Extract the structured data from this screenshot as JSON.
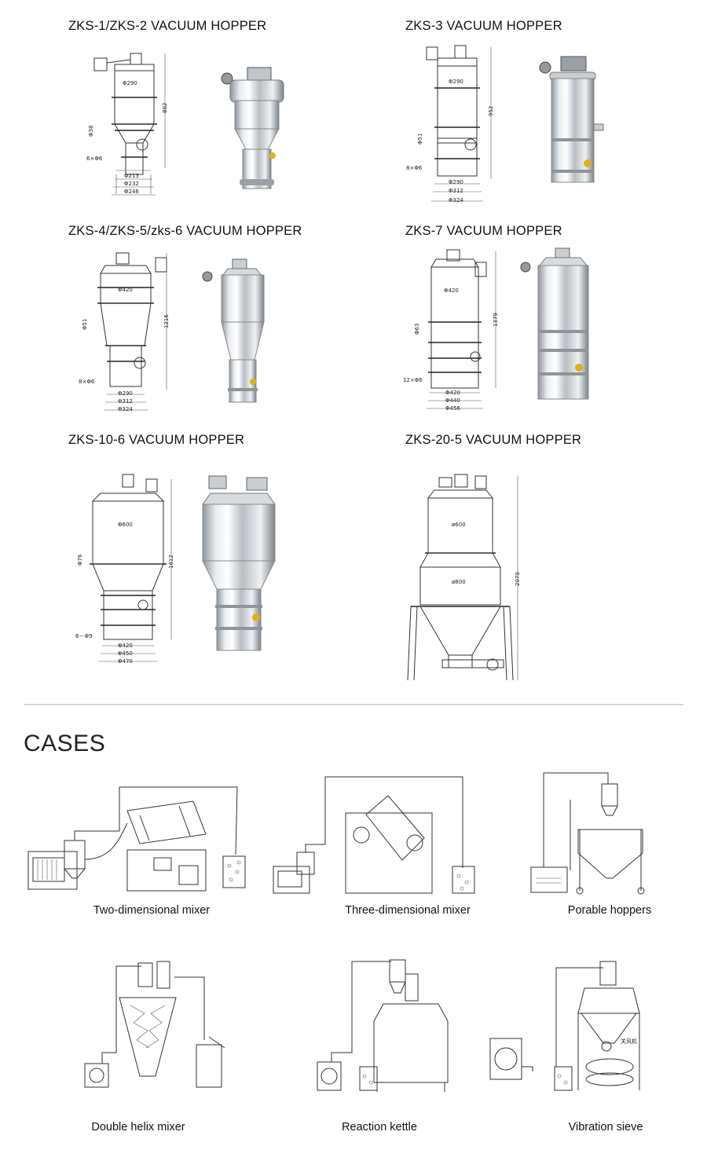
{
  "products": [
    {
      "title": "ZKS-1/ZKS-2  VACUUM  HOPPER",
      "dims": {
        "d1": "Φ290",
        "h": "802",
        "pipe": "Φ38",
        "bolts": "6×Φ6",
        "b1": "Φ213",
        "b2": "Φ232",
        "b3": "Φ246"
      }
    },
    {
      "title": "ZKS-3  VACUUM  HOPPER",
      "dims": {
        "d1": "Φ290",
        "h": "952",
        "pipe": "Φ51",
        "bolts": "8×Φ6",
        "b1": "Φ290",
        "b2": "Φ312",
        "b3": "Φ324"
      }
    },
    {
      "title": "ZKS-4/ZKS-5/zks-6  VACUUM  HOPPER",
      "dims": {
        "d1": "Φ420",
        "h": "1216",
        "pipe": "Φ51",
        "bolts": "8×Φ6",
        "b1": "Φ290",
        "b2": "Φ312",
        "b3": "Φ324"
      }
    },
    {
      "title": "ZKS-7  VACUUM  HOPPER",
      "dims": {
        "d1": "Φ420",
        "h": "1379",
        "pipe": "Φ63",
        "bolts": "12×Φ6",
        "b1": "Φ420",
        "b2": "Φ440",
        "b3": "Φ456"
      }
    },
    {
      "title": "ZKS-10-6  VACUUM  HOPPER",
      "dims": {
        "d1": "Φ600",
        "h": "1612",
        "pipe": "Φ76",
        "bolts": "6－Φ9",
        "b1": "Φ420",
        "b2": "Φ450",
        "b3": "Φ470"
      }
    },
    {
      "title": "ZKS-20-5  VACUUM  HOPPER",
      "dims": {
        "d1": "ø600",
        "d2": "ø800",
        "h": "2070"
      }
    }
  ],
  "cases": {
    "heading": "CASES",
    "items": [
      "Two-dimensional mixer",
      "Three-dimensional mixer",
      "Porable hoppers",
      "Double helix mixer",
      "Reaction kettle",
      "Vibration sieve"
    ],
    "sieve_label": "关风机"
  }
}
